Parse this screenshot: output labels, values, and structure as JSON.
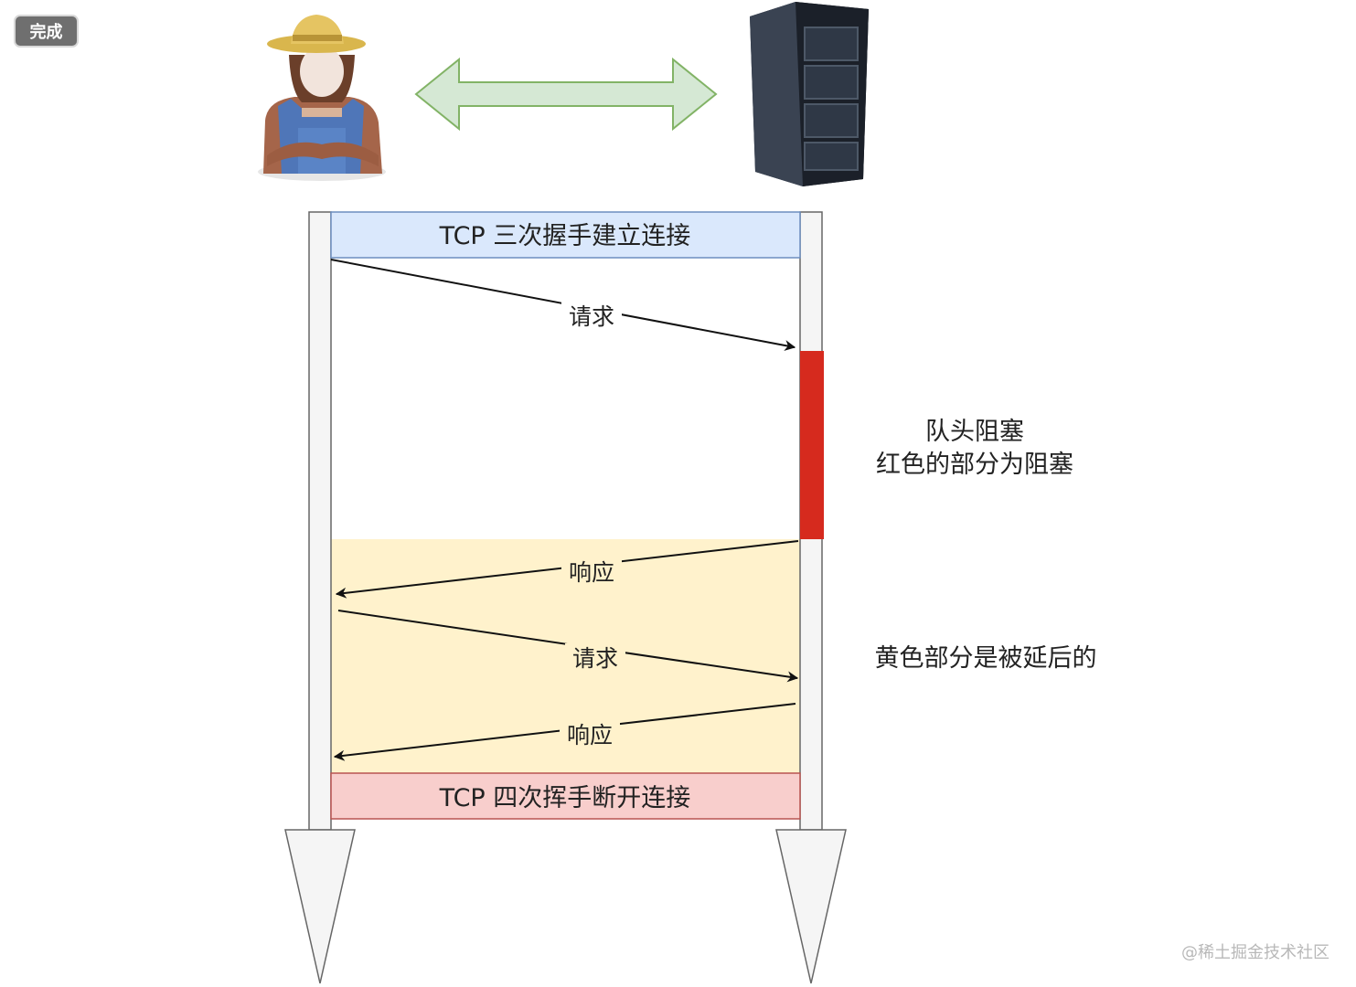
{
  "toolbar": {
    "done_label": "完成"
  },
  "diagram": {
    "handshake_label": "TCP 三次握手建立连接",
    "teardown_label": "TCP 四次挥手断开连接",
    "messages": [
      {
        "label": "请求",
        "direction": "client-to-server"
      },
      {
        "label": "响应",
        "direction": "server-to-client"
      },
      {
        "label": "请求",
        "direction": "client-to-server"
      },
      {
        "label": "响应",
        "direction": "server-to-client"
      }
    ],
    "annotation_blocking_line1": "队头阻塞",
    "annotation_blocking_line2": "红色的部分为阻塞",
    "annotation_delayed": "黄色部分是被延后的",
    "actors": {
      "client_icon": "farmer-person-icon",
      "server_icon": "server-rack-icon"
    }
  },
  "colors": {
    "handshake_fill": "#dae8fc",
    "handshake_stroke": "#6c8ebf",
    "teardown_fill": "#f8cecc",
    "teardown_stroke": "#b85450",
    "delayed_fill": "#fff2cc",
    "blocking_red": "#d62a1e",
    "double_arrow_fill": "#d5e8d4",
    "double_arrow_stroke": "#82b366"
  },
  "watermark": "@稀土掘金技术社区"
}
